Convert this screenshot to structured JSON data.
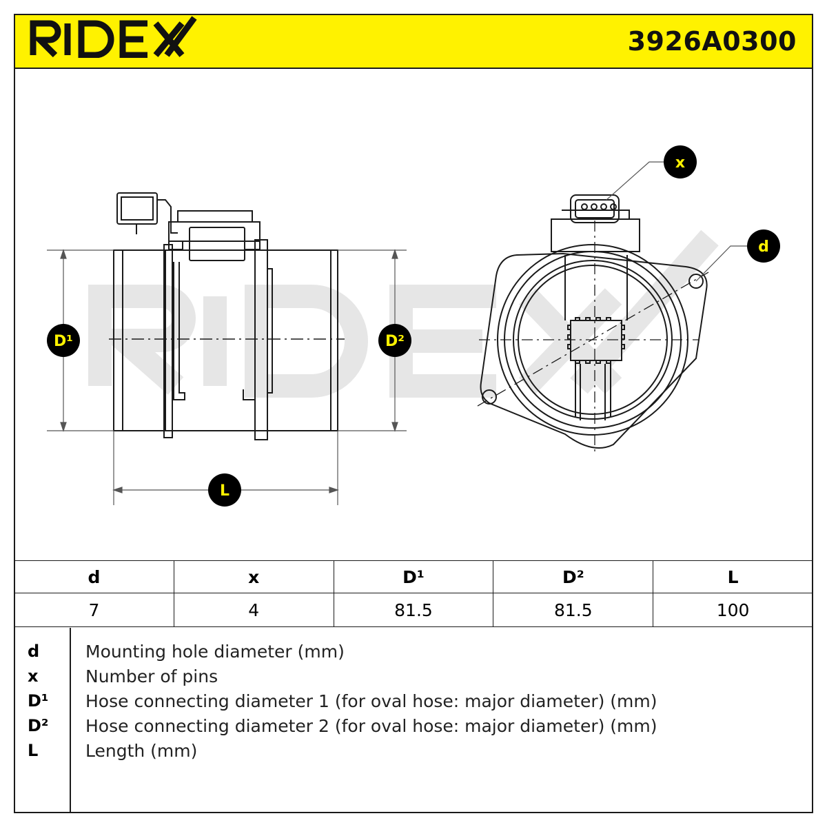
{
  "header": {
    "brand": "RIDEX",
    "part_number": "3926A0300",
    "background": "#fff200"
  },
  "diagram": {
    "labels": {
      "d": "d",
      "x": "x",
      "D1": "D¹",
      "D2": "D²",
      "L": "L"
    },
    "watermark": "RIDEX"
  },
  "specs": {
    "columns": [
      "d",
      "x",
      "D¹",
      "D²",
      "L"
    ],
    "values": [
      "7",
      "4",
      "81.5",
      "81.5",
      "100"
    ]
  },
  "legend": [
    {
      "symbol": "d",
      "description": "Mounting hole diameter (mm)"
    },
    {
      "symbol": "x",
      "description": "Number of pins"
    },
    {
      "symbol": "D¹",
      "description": "Hose connecting diameter 1 (for oval hose: major diameter) (mm)"
    },
    {
      "symbol": "D²",
      "description": "Hose connecting diameter 2 (for oval hose: major diameter) (mm)"
    },
    {
      "symbol": "L",
      "description": "Length (mm)"
    }
  ],
  "colors": {
    "accent": "#fff200",
    "badge": "#000000",
    "line": "#1a1a1a"
  }
}
